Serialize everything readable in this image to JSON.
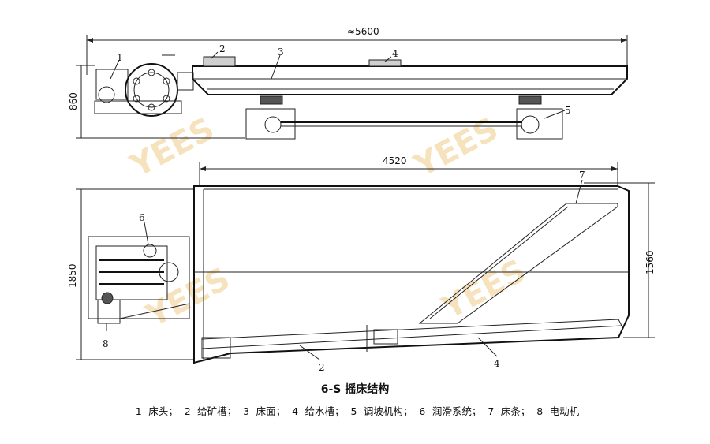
{
  "dimensions": {
    "overall_length": "≈5600",
    "bed_length": "4520",
    "height": "860",
    "width": "1850",
    "bed_width": "1560"
  },
  "callouts": [
    "1",
    "2",
    "3",
    "4",
    "5",
    "6",
    "7",
    "8",
    "2",
    "4"
  ],
  "watermark": "YEES",
  "caption": "6-S 摇床结构",
  "legend": [
    "1- 床头；",
    "2- 给矿槽；",
    "3- 床面；",
    "4- 给水槽；",
    "5- 调坡机构；",
    "6- 润滑系统；",
    "7- 床条；",
    "8- 电动机"
  ]
}
